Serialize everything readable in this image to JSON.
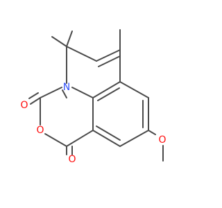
{
  "molecule": {
    "atoms": {
      "n1": {
        "symbol": "N",
        "color": "#3050F8"
      },
      "o_carbonyl_top": {
        "symbol": "O",
        "color": "#FF0D0D"
      },
      "o_ring": {
        "symbol": "O",
        "color": "#FF0D0D"
      },
      "o_carbonyl_bottom": {
        "symbol": "O",
        "color": "#FF0D0D"
      },
      "o_methoxy": {
        "symbol": "O",
        "color": "#FF0D0D"
      }
    },
    "colors": {
      "bond": "#4a4a4a",
      "background": "#ffffff"
    }
  }
}
